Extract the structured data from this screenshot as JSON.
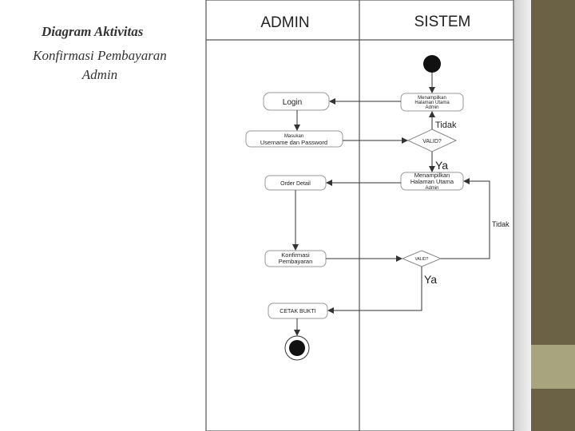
{
  "slide": {
    "title": "Diagram Aktivitas",
    "subtitle_lines": [
      "Konfirmasi Pembayaran",
      "Admin"
    ]
  },
  "diagram": {
    "lanes": {
      "admin": "ADMIN",
      "system": "SISTEM"
    },
    "nodes": {
      "show_main_1": [
        "Menampilkan",
        "Halaman Utama",
        "Admin"
      ],
      "login": "Login",
      "enter_credentials": [
        "Masukan",
        "Username dan Password"
      ],
      "valid_1": "VALID?",
      "show_main_2": [
        "Menampilkan",
        "Halaman Utama",
        "Admin"
      ],
      "order_detail": "Order Detail",
      "payment_confirm": [
        "Konfirmasi",
        "Pembayaran"
      ],
      "valid_2": "VALID?",
      "print_proof": "CETAK BUKTI"
    },
    "edge_labels": {
      "no_1": "Tidak",
      "yes_1": "Ya",
      "no_2": "Tidak",
      "yes_2": "Ya"
    }
  },
  "colors": {
    "side_dark": "#6b6246",
    "side_light": "#a8a47e",
    "line": "#555555"
  }
}
